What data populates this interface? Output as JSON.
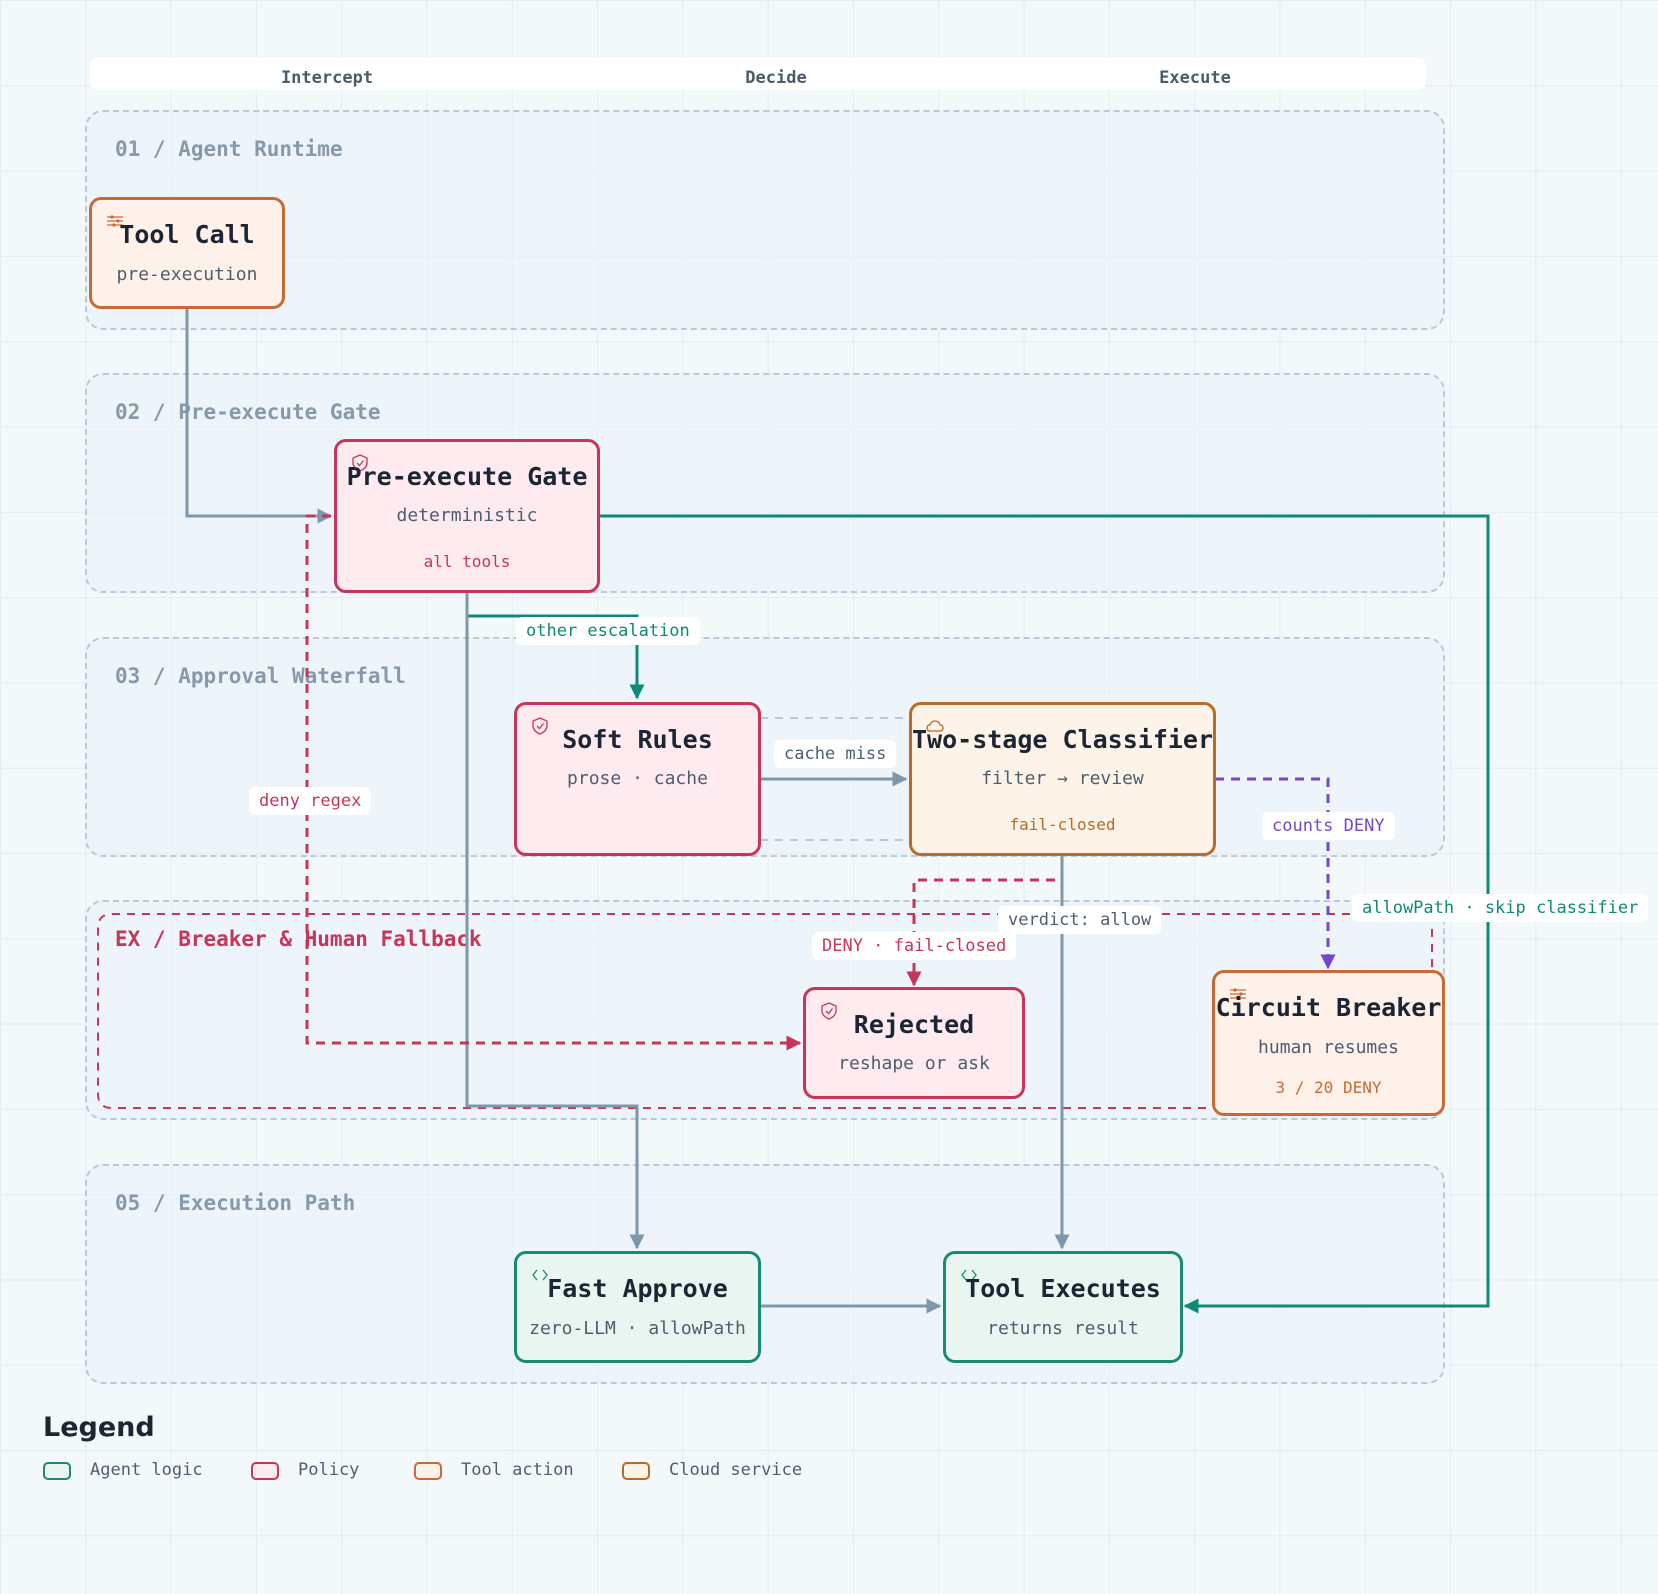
{
  "stages": [
    "Intercept",
    "Decide",
    "Execute"
  ],
  "lanes": [
    {
      "title": "01 / Agent Runtime"
    },
    {
      "title": "02 / Pre-execute Gate"
    },
    {
      "title": "03 / Approval Waterfall"
    },
    {
      "title": "EX / Breaker & Human Fallback"
    },
    {
      "title": "05 / Execution Path"
    }
  ],
  "nodes": {
    "tool_call": {
      "title": "Tool Call",
      "sub": "pre-execution",
      "icon": "sliders-icon"
    },
    "pre_execute_gate": {
      "title": "Pre-execute Gate",
      "sub": "deterministic",
      "badge": "all tools",
      "icon": "shield-icon"
    },
    "soft_rules": {
      "title": "Soft Rules",
      "sub": "prose · cache",
      "icon": "shield-icon"
    },
    "two_stage_classifier": {
      "title": "Two-stage Classifier",
      "sub": "filter → review",
      "badge": "fail-closed",
      "icon": "cloud-icon"
    },
    "rejected": {
      "title": "Rejected",
      "sub": "reshape or ask",
      "icon": "shield-icon"
    },
    "circuit_breaker": {
      "title": "Circuit Breaker",
      "sub": "human resumes",
      "badge": "3 / 20 DENY",
      "icon": "sliders-icon"
    },
    "fast_approve": {
      "title": "Fast Approve",
      "sub": "zero-LLM · allowPath",
      "icon": "code-icon"
    },
    "tool_executes": {
      "title": "Tool Executes",
      "sub": "returns result",
      "icon": "code-icon"
    }
  },
  "edge_labels": {
    "other_escalation": "other escalation",
    "cache_miss": "cache miss",
    "deny_regex": "deny regex",
    "counts_deny": "counts DENY",
    "allowpath_skip": "allowPath · skip classifier",
    "verdict_allow": "verdict: allow",
    "deny_fail_closed": "DENY · fail-closed"
  },
  "legend": {
    "title": "Legend",
    "items": [
      {
        "label": "Agent logic",
        "color": "#1c8a72",
        "fill": "#e8f5f0"
      },
      {
        "label": "Policy",
        "color": "#c73558",
        "fill": "#fdebf0"
      },
      {
        "label": "Tool action",
        "color": "#c86a36",
        "fill": "#fdf1ea"
      },
      {
        "label": "Cloud service",
        "color": "#b96c25",
        "fill": "#fdf3e9"
      }
    ]
  },
  "colors": {
    "teal": "#1c8a72",
    "policy_red": "#c73558",
    "tool_orange": "#c86a36",
    "cloud_orange": "#b96c25",
    "edge_gray": "#7f97aa",
    "purple": "#7448c7"
  }
}
